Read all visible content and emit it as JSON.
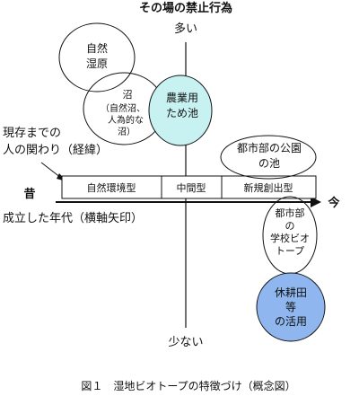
{
  "top_axis_title": "その場の禁止行為",
  "top_label": "多い",
  "bottom_label": "少ない",
  "left_label": "昔",
  "right_label": "今",
  "axis_left_line1": "現存までの",
  "axis_left_line2": "人の関わり（経緯）",
  "axis_horizontal": "成立した年代（横軸矢印）",
  "bar_segments": [
    "自然環境型",
    "中間型",
    "新規創出型"
  ],
  "nodes": {
    "natural_wetland": [
      "自然",
      "湿原"
    ],
    "swamp": [
      "沼",
      "（自然沼、",
      "人為的な",
      "沼）"
    ],
    "farm_pond": [
      "農業用",
      "ため池"
    ],
    "city_park_pond": [
      "都市部の公園",
      "の池"
    ],
    "school_biotope": [
      "都市部",
      "の",
      "学校ビオ",
      "トープ"
    ],
    "fallow_field": [
      "休耕田",
      "等",
      "の活用"
    ]
  },
  "caption": "図１　湿地ビオトープの特徴づけ（概念図）",
  "colors": {
    "farm_pond_fill": "#c8f2f2",
    "fallow_field_fill": "#8fb6ee",
    "stroke": "#111111"
  }
}
